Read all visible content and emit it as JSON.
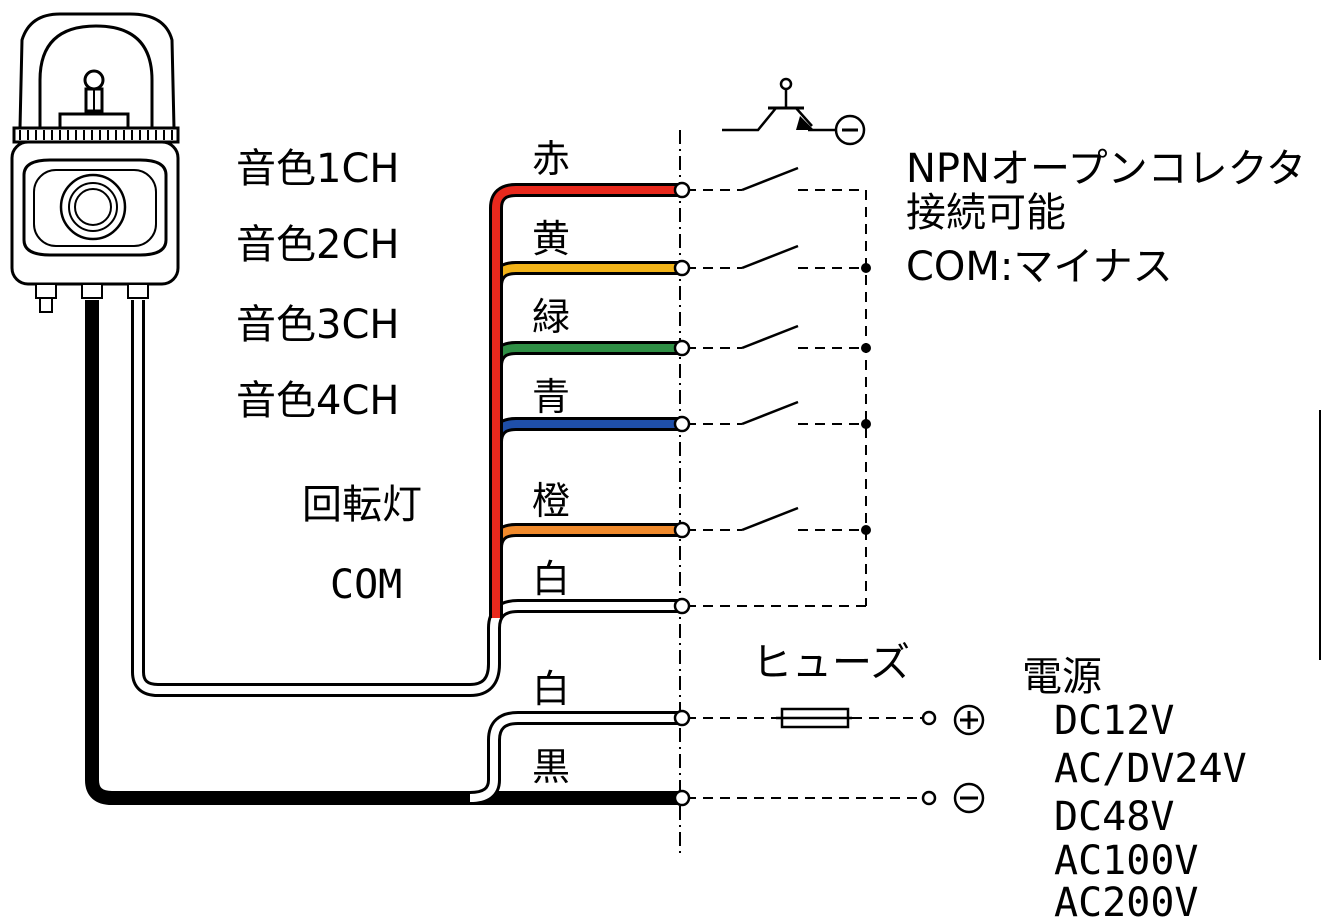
{
  "channels": [
    {
      "label": "音色1CH",
      "wire": "赤",
      "color": "#e8291d"
    },
    {
      "label": "音色2CH",
      "wire": "黄",
      "color": "#f2b318"
    },
    {
      "label": "音色3CH",
      "wire": "緑",
      "color": "#2f8f45"
    },
    {
      "label": "音色4CH",
      "wire": "青",
      "color": "#1f4fa8"
    },
    {
      "label": "回転灯",
      "wire": "橙",
      "color": "#f08a2c"
    },
    {
      "label": "COM",
      "wire": "白",
      "color": "#ffffff"
    }
  ],
  "power_wires": [
    {
      "wire": "白",
      "color": "#ffffff"
    },
    {
      "wire": "黒",
      "color": "#000000"
    }
  ],
  "npn_note": [
    "NPNオープンコレクタ",
    "接続可能",
    "COM:マイナス"
  ],
  "fuse_label": "ヒューズ",
  "power": {
    "title": "電源",
    "voltages": [
      "DC12V",
      "AC/DV24V",
      "DC48V",
      "AC100V",
      "AC200V"
    ],
    "plus_symbol": "⊕",
    "minus_symbol": "⊖"
  },
  "icons": [
    "rotating-lamp-icon",
    "npn-transistor-icon",
    "switch-icon",
    "fuse-icon"
  ]
}
